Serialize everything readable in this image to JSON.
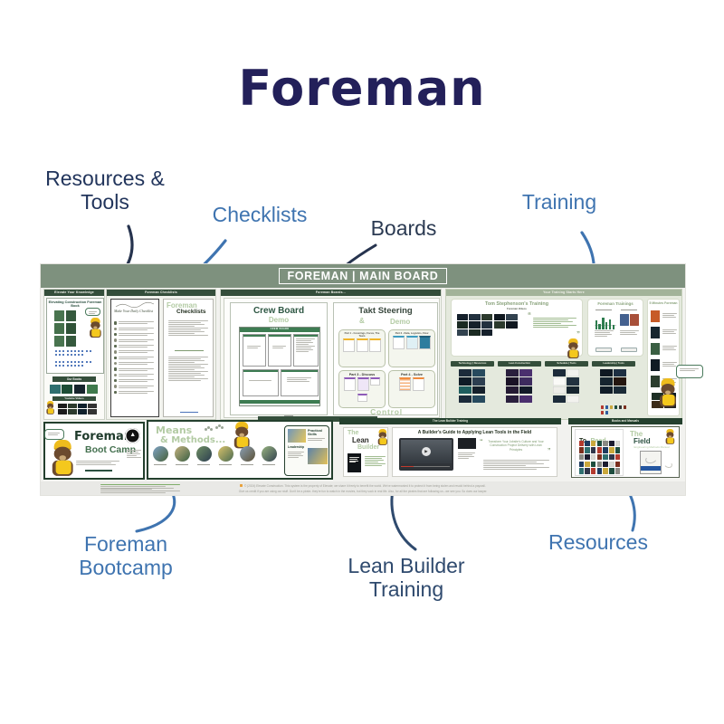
{
  "page": {
    "title": "Foreman"
  },
  "callouts": {
    "resources_tools": "Resources & Tools",
    "checklists": "Checklists",
    "boards": "Boards",
    "training": "Training",
    "foreman_bootcamp": "Foreman Bootcamp",
    "lean_builder_training": "Lean Builder Training",
    "resources": "Resources"
  },
  "board": {
    "title": "FOREMAN | MAIN BOARD",
    "knowledge": {
      "header": "Elevate Your Knowledge",
      "book_title": "Elevating Construction Foreman Book",
      "our_books": "Our Books",
      "videos": "Youtube Videos"
    },
    "checklists": {
      "header": "Foreman Checklists",
      "sketch_title": "Make Your Daily Checklist",
      "cover_top": "Foreman",
      "cover_bottom": "Checklists"
    },
    "boards": {
      "header": "Foreman Boards...",
      "crew_title": "Crew Board",
      "crew_demo": "Demo",
      "crew_bar": "CREW BOARD",
      "takt_title": "Takt Steering",
      "takt_amp": "&",
      "takt_demo": "Demo",
      "part1": "Part 1 - Coverings, Focus, The Team",
      "part2": "Part 2 - Data, Logistics, Flow",
      "part3": "Part 3 - Discuss",
      "part4": "Part 4 - Solve",
      "control": "Control"
    },
    "training": {
      "header": "Your Training Starts Here",
      "tom_title": "Tom Stephenson's Training",
      "tom_sub": "Foreman Videos",
      "trainings_title": "Foreman Trainings",
      "five_minutes": "5 Minutes Foreman",
      "col1": "Technology | Resources",
      "col2": "Lean Construction",
      "col3": "Schedule | Tools",
      "col4": "Leadership | Tools",
      "quote_open": "“",
      "quote_close": "”"
    },
    "bootcamp": {
      "title": "Foreman",
      "subtitle": "Boot Camp"
    },
    "means": {
      "title": "Means",
      "subtitle": "& Methods...",
      "practical": "Practical Skills",
      "leadership": "Leadership"
    },
    "lean_builder": {
      "header": "The Lean Builder Training",
      "the": "The",
      "lean": "Lean",
      "builder": "Builder",
      "guide_title": "A Builder's Guide to Applying Lean Tools in the Field",
      "quote_open": "“",
      "quote": "Transform Your Jobsite's Culture and Your Construction Project Delivery with Lean Principles",
      "quote_close": "”"
    },
    "books": {
      "header": "Books and Manuals",
      "to": "To",
      "read": "Read...",
      "field_the": "The",
      "field": "Field",
      "field_sub": "Engineering Methods Manual"
    },
    "footer": {
      "line1": "© (2024) Elevate Construction. This system is the property of Elevate; we share it freely to benefit the world. We've watermarked it to protect it from being stolen and resold behind a paywall.",
      "line2": "Give us credit if you are using our stuff. Don't be a pirate- they're fun to watch in the movies, but they suck in real life. Also, for all the pirates that are following us...we see you. So does our lawyer."
    }
  }
}
